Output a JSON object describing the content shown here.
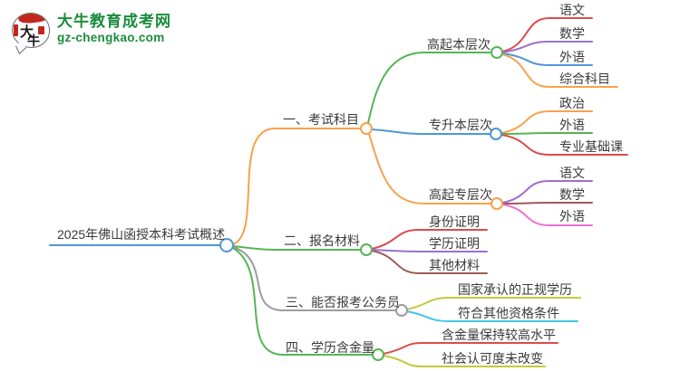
{
  "logo": {
    "badge_line1": "大",
    "badge_line2": "牛",
    "title": "大牛教育成考网",
    "domain": "gz-chengkao.com"
  },
  "root": {
    "label": "2025年佛山函授本科考试概述"
  },
  "branches": [
    {
      "label": "一、考试科目",
      "children": [
        {
          "label": "高起本层次",
          "children": [
            {
              "label": "语文"
            },
            {
              "label": "数学"
            },
            {
              "label": "外语"
            },
            {
              "label": "综合科目"
            }
          ]
        },
        {
          "label": "专升本层次",
          "children": [
            {
              "label": "政治"
            },
            {
              "label": "外语"
            },
            {
              "label": "专业基础课"
            }
          ]
        },
        {
          "label": "高起专层次",
          "children": [
            {
              "label": "语文"
            },
            {
              "label": "数学"
            },
            {
              "label": "外语"
            }
          ]
        }
      ]
    },
    {
      "label": "二、报名材料",
      "children": [
        {
          "label": "身份证明"
        },
        {
          "label": "学历证明"
        },
        {
          "label": "其他材料"
        }
      ]
    },
    {
      "label": "三、能否报考公务员",
      "children": [
        {
          "label": "国家承认的正规学历"
        },
        {
          "label": "符合其他资格条件"
        }
      ]
    },
    {
      "label": "四、学历含金量",
      "children": [
        {
          "label": "含金量保持较高水平"
        },
        {
          "label": "社会认可度未改变"
        }
      ]
    }
  ],
  "colors": {
    "orange": "#F7A24C",
    "green": "#55B555",
    "blue": "#4D96D9",
    "red": "#DB4C4C",
    "purple": "#9C6FD0",
    "brown": "#9C5B5B",
    "pink": "#EE71D0",
    "olive": "#C2C93E",
    "cyan": "#41C7E6",
    "gray": "#9C9C9C",
    "brand": "#1B8C3C",
    "text": "#3A3A3A"
  }
}
